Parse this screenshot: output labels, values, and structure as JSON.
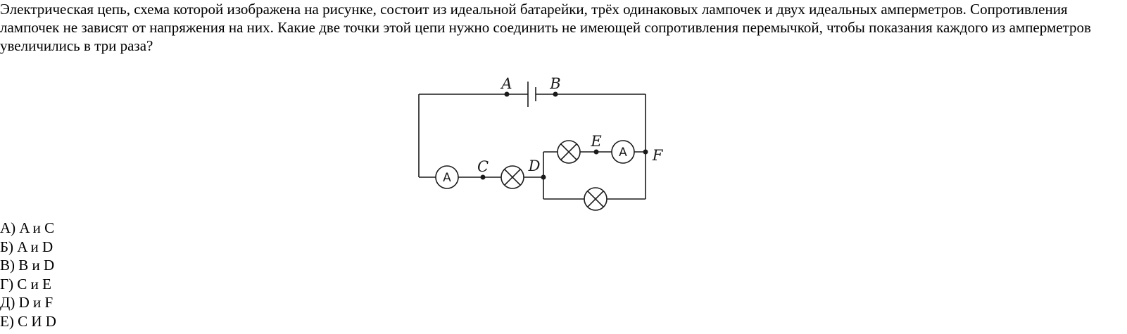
{
  "question": {
    "text": "Электрическая цепь, схема которой изображена на рисунке, состоит из идеальной батарейки, трёх одинаковых лампочек и двух идеальных амперметров. Сопротивления лампочек не зависят от напряжения на них. Какие две точки этой цепи нужно соединить не имеющей сопротивления перемычкой, чтобы показания каждого из амперметров увеличились в три раза?"
  },
  "circuit": {
    "points": {
      "a": "A",
      "b": "B",
      "c": "C",
      "d": "D",
      "e": "E",
      "f": "F"
    },
    "ammeter_symbol": "A",
    "lamp_count": 3,
    "ammeter_count": 2,
    "battery_count": 1
  },
  "answers": [
    "А) A и C",
    "Б) A и D",
    "В) B и D",
    "Г) C и E",
    "Д) D и F",
    "Е) C И D"
  ]
}
